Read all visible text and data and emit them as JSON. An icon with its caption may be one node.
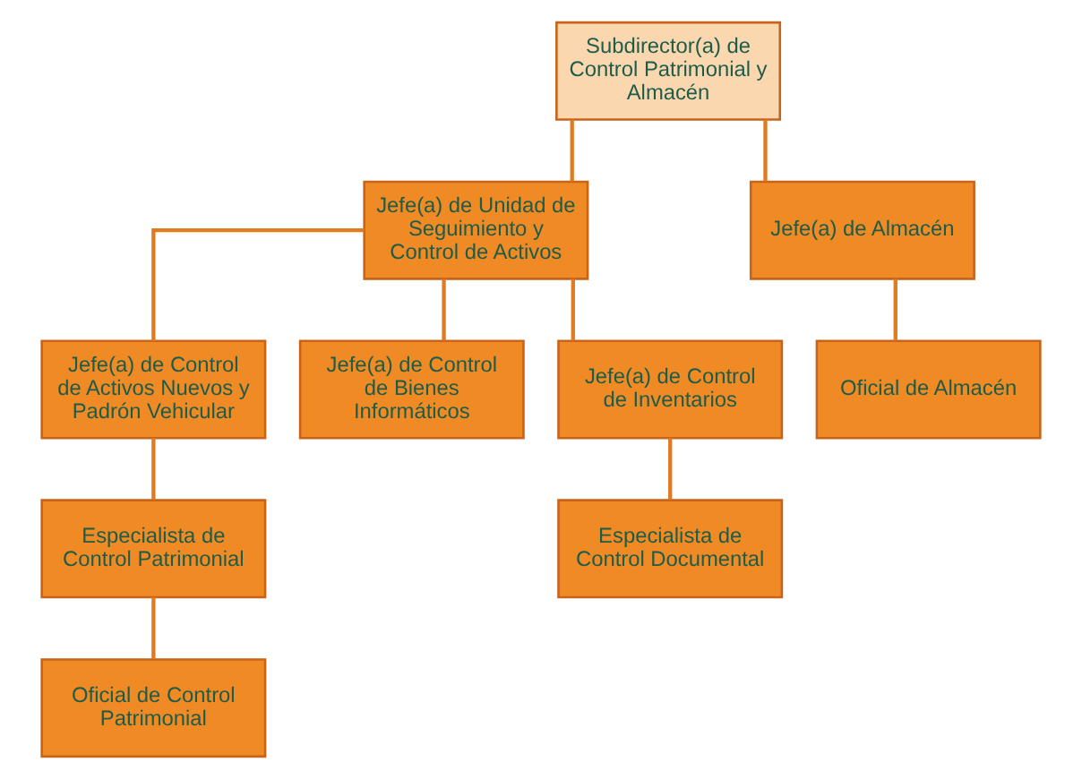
{
  "diagram": {
    "nodes": [
      {
        "text": [
          "Subdirector(a) de Control Patrimonial y Almacén"
        ]
      },
      {
        "text": [
          "Jefe(a) de Unidad de Seguimiento y Control de Activos"
        ]
      },
      {
        "text": [
          "Jefe(a) de Almacén"
        ]
      },
      {
        "text": [
          "Jefe(a) de Control de Activos Nuevos y Padrón Vehicular"
        ]
      },
      {
        "text": [
          "Jefe(a) de Control de Bienes Informáticos"
        ]
      },
      {
        "text": [
          "Jefe(a) de Control de Inventarios"
        ]
      },
      {
        "text": [
          "Oficial de Almacén"
        ]
      },
      {
        "text": [
          "Especialista de Control Patrimonial"
        ]
      },
      {
        "text": [
          "Oficial de Control Patrimonial"
        ]
      },
      {
        "text": [
          "Especialista de Control Documental"
        ]
      }
    ],
    "edges": [
      {
        "from": 0,
        "to": 1,
        "arrow": "none"
      },
      {
        "from": 0,
        "to": 2,
        "arrow": "none"
      },
      {
        "from": 1,
        "to": 3,
        "arrow": "none"
      },
      {
        "from": 1,
        "to": 4,
        "arrow": "none"
      },
      {
        "from": 1,
        "to": 5,
        "arrow": "none"
      },
      {
        "from": 2,
        "to": 6,
        "arrow": "none"
      },
      {
        "from": 3,
        "to": 7,
        "arrow": "none"
      },
      {
        "from": 7,
        "to": 8,
        "arrow": "none"
      },
      {
        "from": 5,
        "to": 9,
        "arrow": "none"
      }
    ]
  }
}
